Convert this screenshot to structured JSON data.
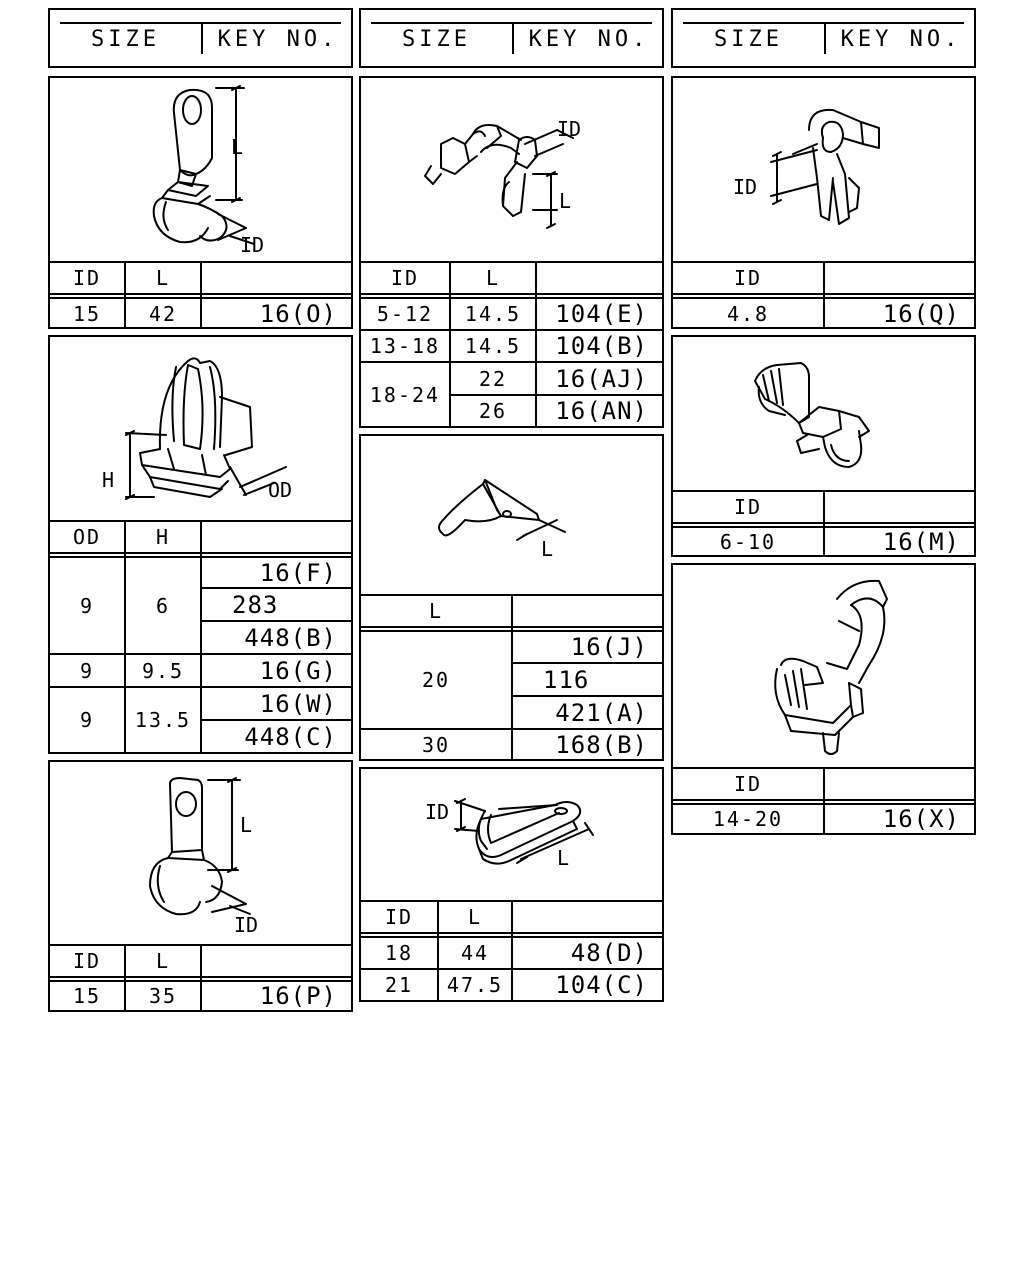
{
  "header": {
    "size": "SIZE",
    "key_no": "KEY NO."
  },
  "dim": {
    "id": "ID",
    "l": "L",
    "od": "OD",
    "h": "H"
  },
  "p1": {
    "cols": [
      "ID",
      "L"
    ],
    "rows": [
      {
        "id": "15",
        "l": "42",
        "key": "16(O)"
      }
    ]
  },
  "p2": {
    "cols": [
      "OD",
      "H"
    ],
    "rows": [
      {
        "od": "9",
        "h": "6",
        "keys": [
          "16(F)",
          "283",
          "448(B)"
        ]
      },
      {
        "od": "9",
        "h": "9.5",
        "keys": [
          "16(G)"
        ]
      },
      {
        "od": "9",
        "h": "13.5",
        "keys": [
          "16(W)",
          "448(C)"
        ]
      }
    ]
  },
  "p3": {
    "cols": [
      "ID",
      "L"
    ],
    "rows": [
      {
        "id": "15",
        "l": "35",
        "key": "16(P)"
      }
    ]
  },
  "p4": {
    "cols": [
      "ID",
      "L"
    ],
    "rows": [
      {
        "id": "5-12",
        "l": "14.5",
        "key": "104(E)"
      },
      {
        "id": "13-18",
        "l": "14.5",
        "key": "104(B)"
      },
      {
        "id": "18-24",
        "l": "22",
        "key": "16(AJ)"
      },
      {
        "id": "18-24",
        "l": "26",
        "key": "16(AN)"
      }
    ]
  },
  "p5": {
    "cols": [
      "L"
    ],
    "rows": [
      {
        "l": "20",
        "keys": [
          "16(J)",
          "116",
          "421(A)"
        ]
      },
      {
        "l": "30",
        "keys": [
          "168(B)"
        ]
      }
    ]
  },
  "p6": {
    "cols": [
      "ID",
      "L"
    ],
    "rows": [
      {
        "id": "18",
        "l": "44",
        "key": "48(D)"
      },
      {
        "id": "21",
        "l": "47.5",
        "key": "104(C)"
      }
    ]
  },
  "p7": {
    "cols": [
      "ID"
    ],
    "rows": [
      {
        "id": "4.8",
        "key": "16(Q)"
      }
    ]
  },
  "p8": {
    "cols": [
      "ID"
    ],
    "rows": [
      {
        "id": "6-10",
        "key": "16(M)"
      }
    ]
  },
  "p9": {
    "cols": [
      "ID"
    ],
    "rows": [
      {
        "id": "14-20",
        "key": "16(X)"
      }
    ]
  }
}
